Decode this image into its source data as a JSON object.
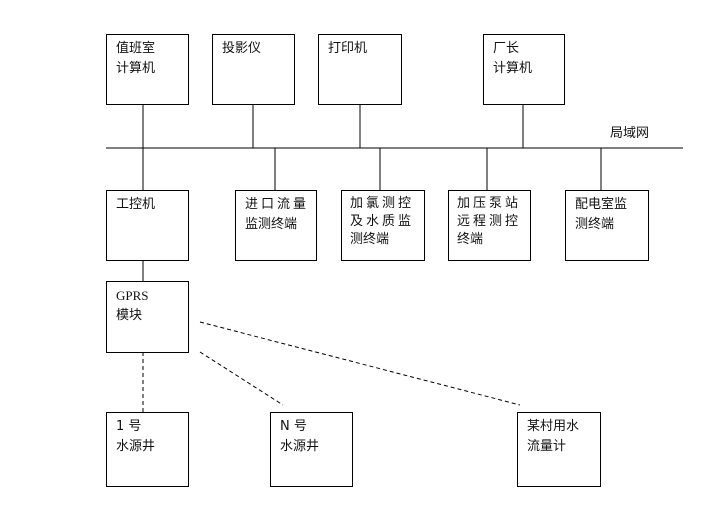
{
  "network": {
    "label": "局域网"
  },
  "nodes": {
    "duty_room_pc": [
      "值班室",
      "计算机"
    ],
    "projector": [
      "投影仪"
    ],
    "printer": [
      "打印机"
    ],
    "director_pc": [
      "厂长",
      "计算机"
    ],
    "ipc": [
      "工控机"
    ],
    "inflow_terminal": [
      "进口流量",
      "监测终端"
    ],
    "chlorine_terminal": [
      "加氯测控",
      "及水质监",
      "测终端"
    ],
    "pump_station_terminal": [
      "加压泵站",
      "远程测控",
      "终端"
    ],
    "substation_terminal": [
      "配电室监",
      "测终端"
    ],
    "gprs_module": [
      "GPRS",
      "模块"
    ],
    "well_1": [
      "1 号",
      "水源井"
    ],
    "well_n": [
      "N 号",
      "水源井"
    ],
    "village_meter": [
      "某村用水",
      "流量计"
    ]
  }
}
